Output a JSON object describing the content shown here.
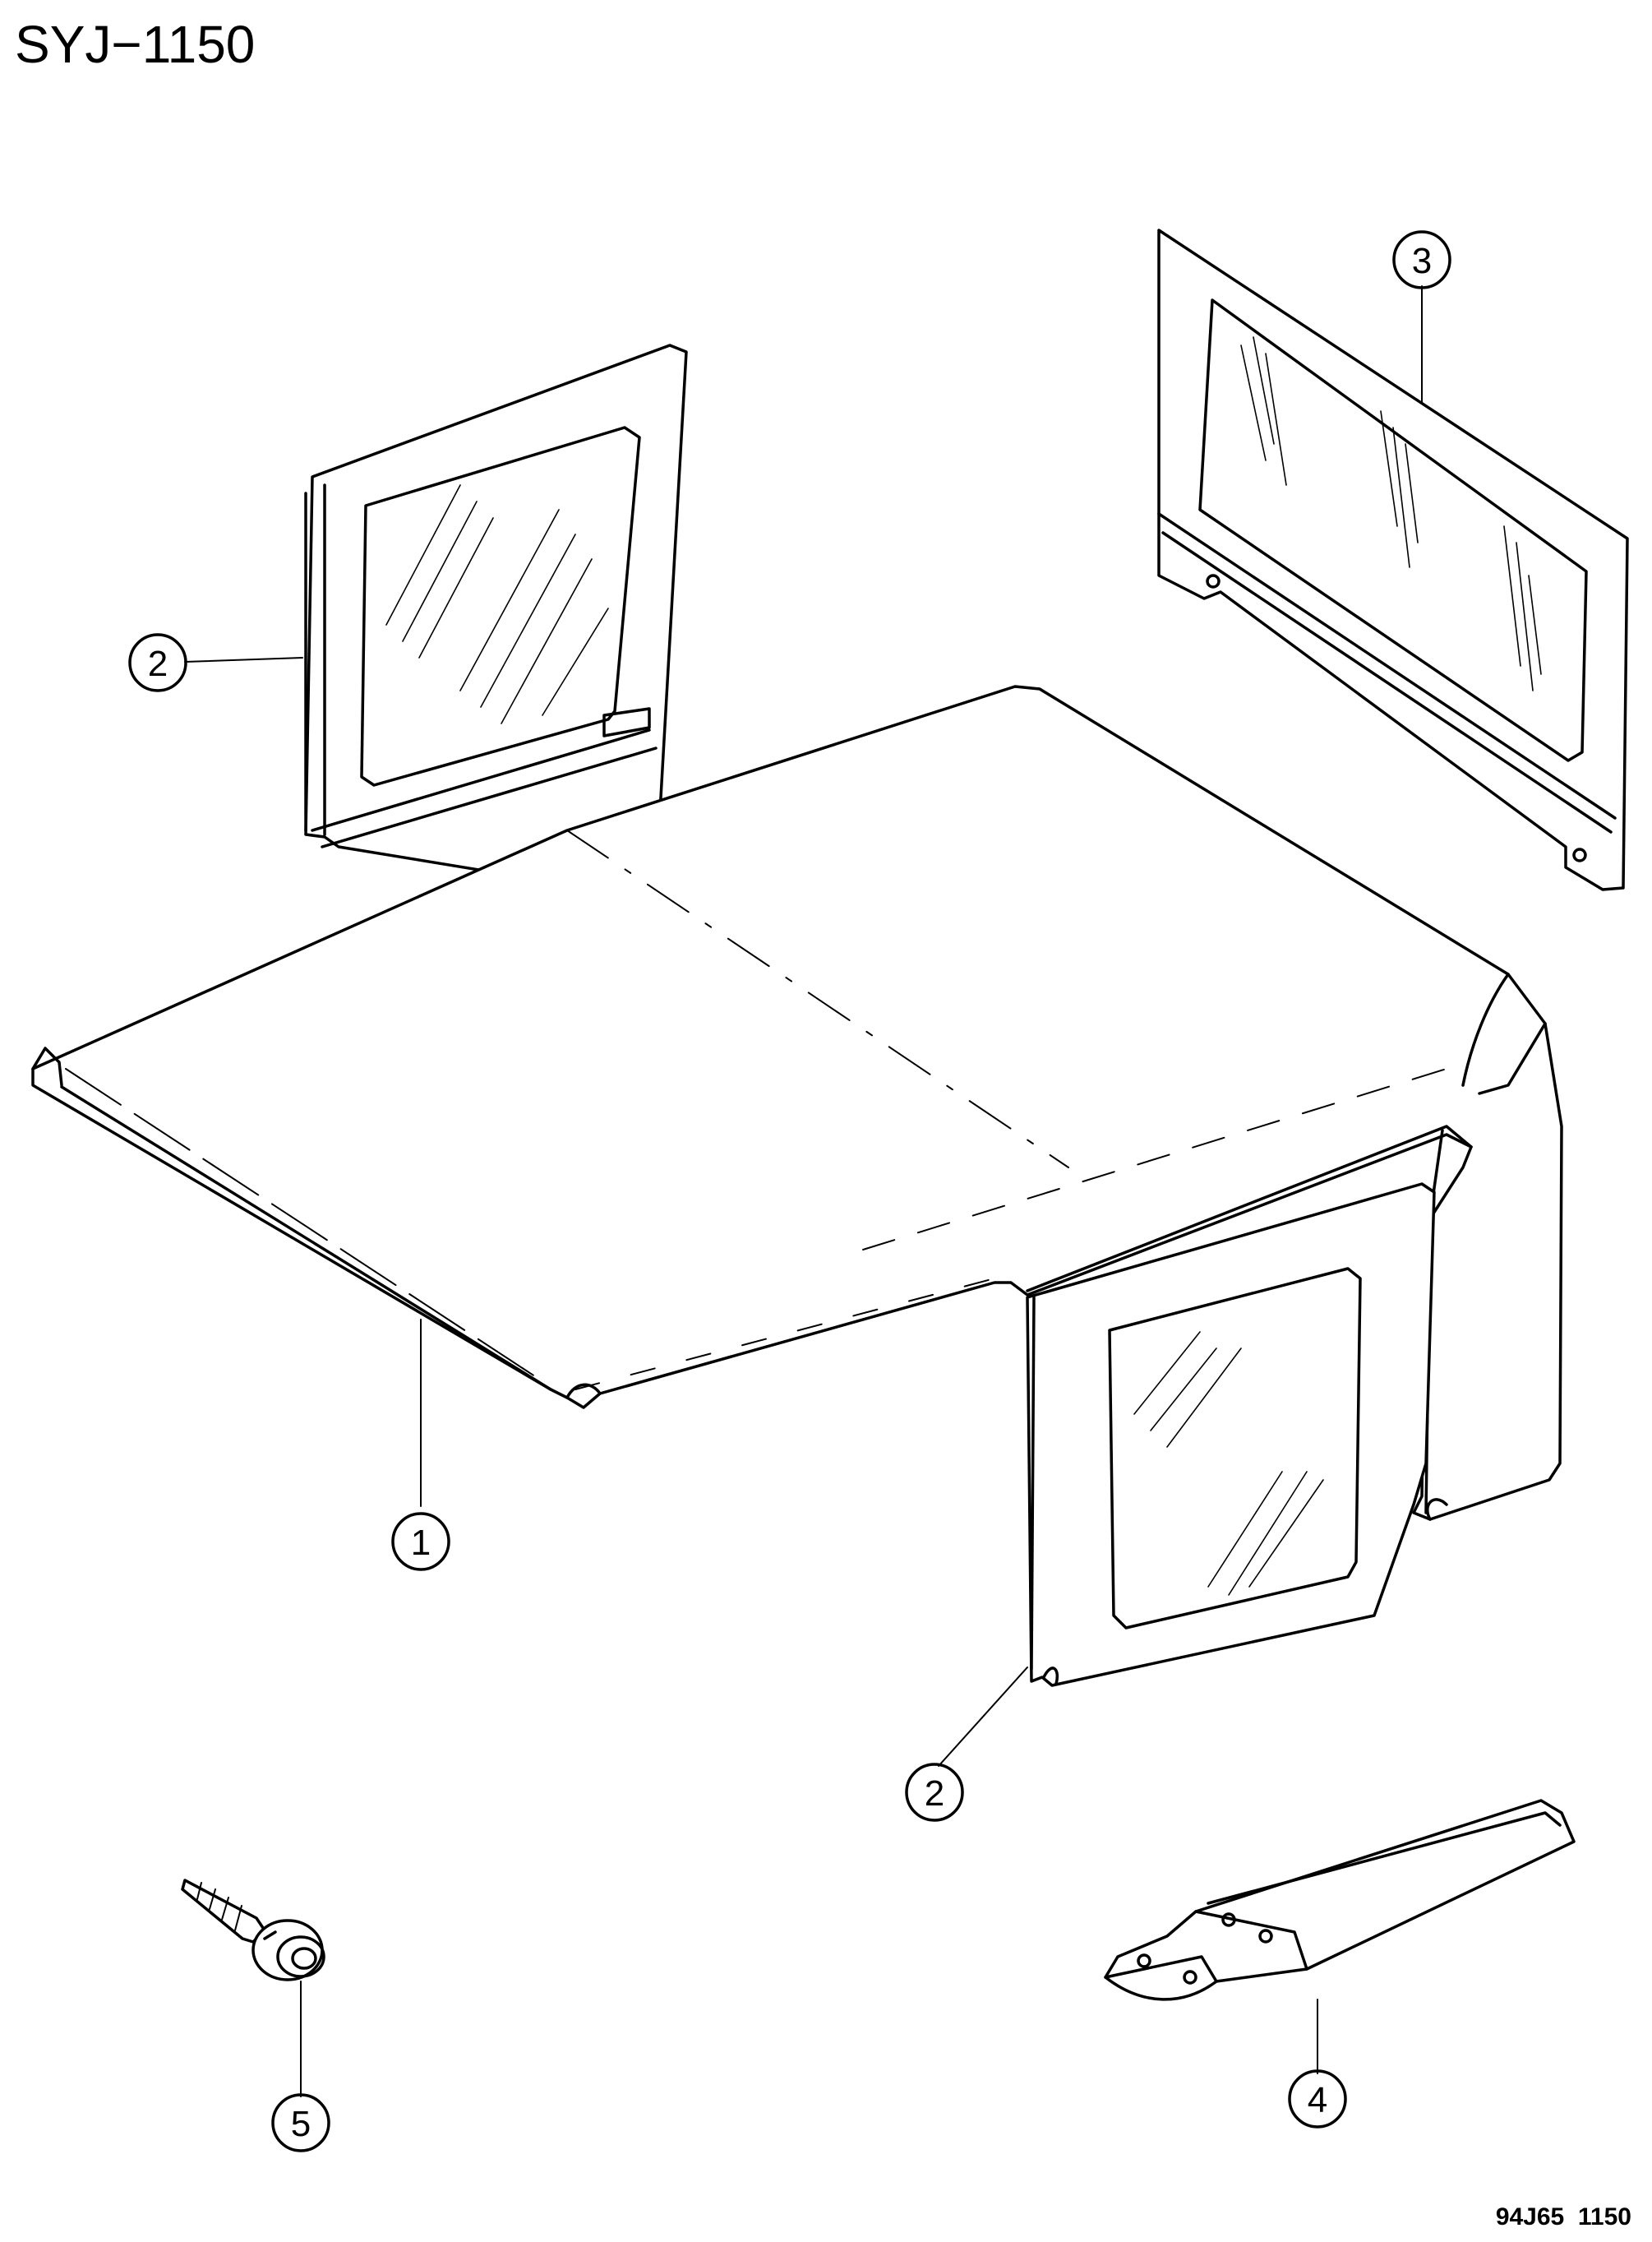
{
  "diagram": {
    "title": "SYJ−1150",
    "drawing_code": "94J65  1150",
    "callouts": [
      {
        "id": "c1",
        "number": "1"
      },
      {
        "id": "c2a",
        "number": "2"
      },
      {
        "id": "c2b",
        "number": "2"
      },
      {
        "id": "c3",
        "number": "3"
      },
      {
        "id": "c4",
        "number": "4"
      },
      {
        "id": "c5",
        "number": "5"
      }
    ]
  }
}
